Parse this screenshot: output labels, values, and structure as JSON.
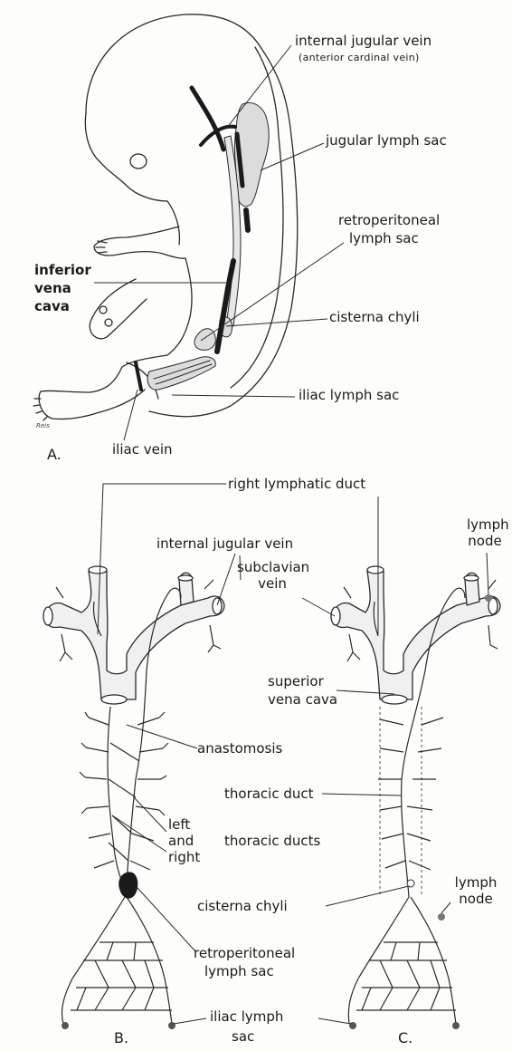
{
  "figure": {
    "panel_a": {
      "panel_label": "A.",
      "signature": "Reis",
      "labels": {
        "internal_jugular_vein": "internal jugular vein",
        "anterior_cardinal_vein": "(anterior cardinal vein)",
        "jugular_lymph_sac": "jugular lymph sac",
        "retroperitoneal_line1": "retroperitoneal",
        "retroperitoneal_line2": "lymph sac",
        "inferior_vena_cava_line1": "inferior",
        "inferior_vena_cava_line2": "vena",
        "inferior_vena_cava_line3": "cava",
        "cisterna_chyli": "cisterna chyli",
        "iliac_lymph_sac": "iliac lymph sac",
        "iliac_vein": "iliac vein"
      }
    },
    "panel_b": {
      "panel_label": "B.",
      "labels": {
        "right_lymphatic_duct": "right lymphatic duct",
        "internal_jugular_vein": "internal jugular vein",
        "subclavian_vein_line1": "subclavian",
        "subclavian_vein_line2": "vein",
        "superior_vena_cava_line1": "superior",
        "superior_vena_cava_line2": "vena cava",
        "anastomosis": "anastomosis",
        "thoracic_duct": "thoracic duct",
        "left": "left",
        "and": "and",
        "right": "right",
        "thoracic_ducts": "thoracic ducts",
        "cisterna_chyli": "cisterna chyli",
        "retroperitoneal_line1": "retroperitoneal",
        "retroperitoneal_line2": "lymph sac",
        "iliac_lymph_line1": "iliac lymph",
        "iliac_lymph_line2": "sac"
      }
    },
    "panel_c": {
      "panel_label": "C.",
      "labels": {
        "lymph_node_top_line1": "lymph",
        "lymph_node_top_line2": "node",
        "lymph_node_bottom_line1": "lymph",
        "lymph_node_bottom_line2": "node"
      }
    }
  }
}
